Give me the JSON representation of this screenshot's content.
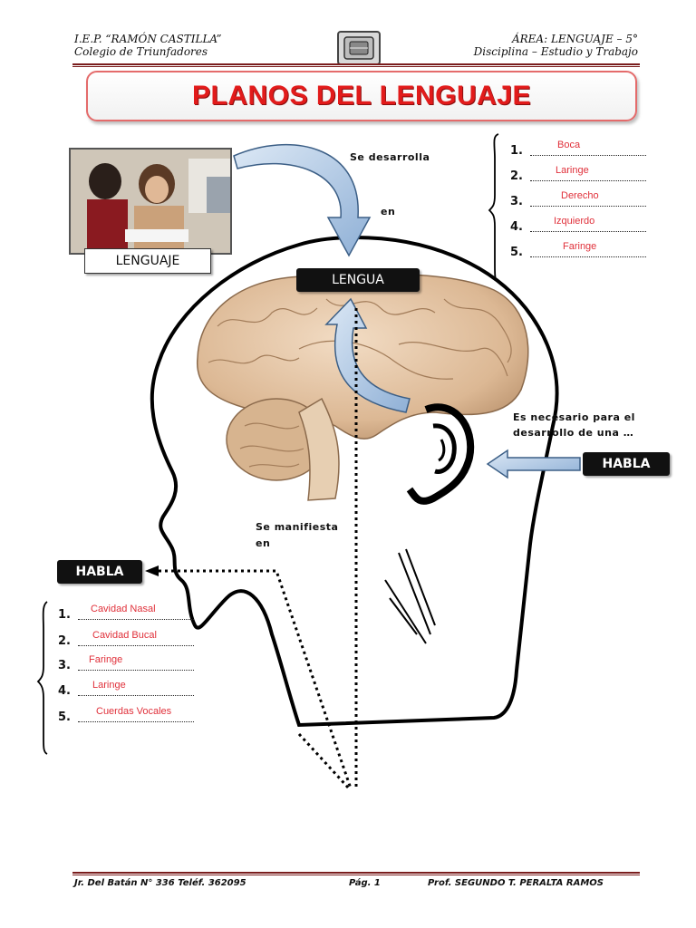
{
  "header": {
    "school": "I.E.P. “RAMÓN CASTILLA”",
    "motto": "Colegio de Triunfadores",
    "area": "ÁREA: LENGUAJE – 5°",
    "discipline": "Disciplina – Estudio y Trabajo"
  },
  "title": "PLANOS DEL LENGUAJE",
  "boxes": {
    "lenguaje": "LENGUAJE",
    "lengua": "LENGUA",
    "habla_right": "HABLA",
    "habla_left": "HABLA"
  },
  "labels": {
    "se_desarrolla": "Se desarrolla",
    "en_top": "en",
    "es_necesario_1": "Es necesario para el",
    "es_necesario_2": "desarrollo de una …",
    "se_manifiesta": "Se manifiesta",
    "en_bottom": "en"
  },
  "list_right": [
    {
      "num": "1.",
      "answer": "Boca"
    },
    {
      "num": "2.",
      "answer": "Laringe"
    },
    {
      "num": "3.",
      "answer": "Derecho"
    },
    {
      "num": "4.",
      "answer": "Izquierdo"
    },
    {
      "num": "5.",
      "answer": "Faringe"
    }
  ],
  "list_left": [
    {
      "num": "1.",
      "answer": "Cavidad Nasal"
    },
    {
      "num": "2.",
      "answer": "Cavidad Bucal"
    },
    {
      "num": "3.",
      "answer": "Faringe"
    },
    {
      "num": "4.",
      "answer": "Laringe"
    },
    {
      "num": "5.",
      "answer": "Cuerdas Vocales"
    }
  ],
  "footer": {
    "address": "Jr. Del Batán N° 336  Teléf. 362095",
    "page": "Pág. 1",
    "teacher": "Prof. SEGUNDO T. PERALTA RAMOS"
  },
  "colors": {
    "title_red": "#e21b1b",
    "answer_red": "#e0303a",
    "rule": "#7a1d1d",
    "arrow_blue": "#a9c3e0"
  }
}
